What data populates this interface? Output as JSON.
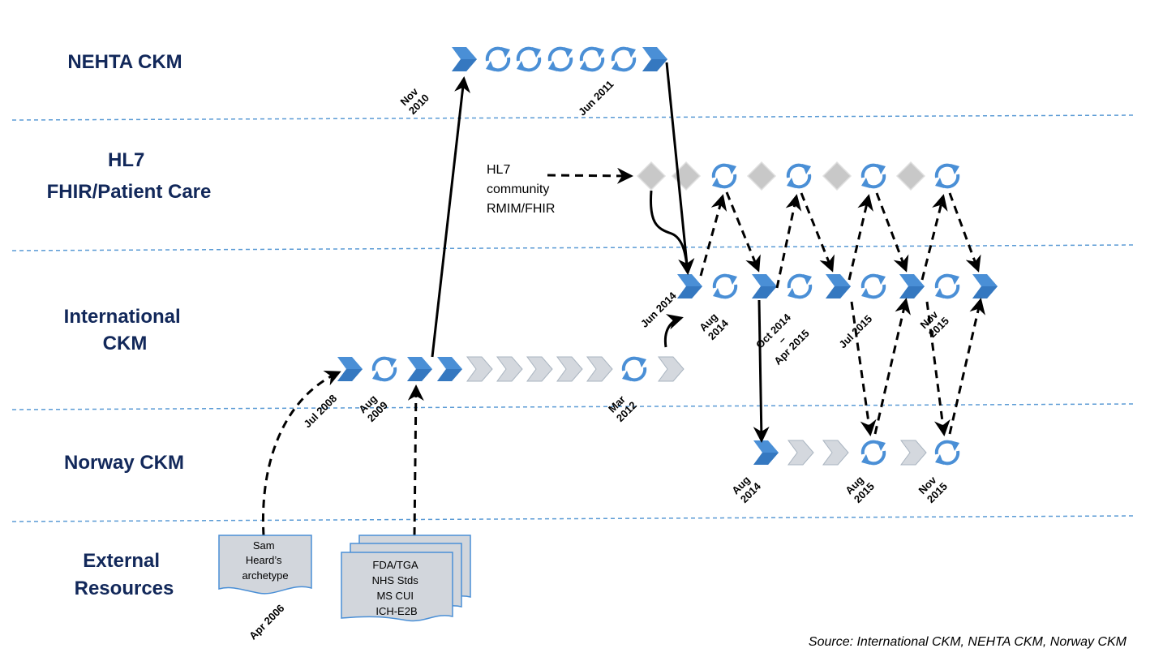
{
  "lanes": [
    {
      "id": "nehta",
      "lines": [
        "NEHTA CKM"
      ]
    },
    {
      "id": "hl7",
      "lines": [
        "HL7",
        "FHIR/Patient Care"
      ]
    },
    {
      "id": "intl",
      "lines": [
        "International",
        "CKM"
      ]
    },
    {
      "id": "norway",
      "lines": [
        "Norway CKM"
      ]
    },
    {
      "id": "external",
      "lines": [
        "External",
        "Resources"
      ]
    }
  ],
  "dates": {
    "nov2010": [
      "Nov",
      "2010"
    ],
    "jun2011": [
      "Jun 2011"
    ],
    "jun2014": [
      "Jun 2014"
    ],
    "aug2014_intl": [
      "Aug",
      "2014"
    ],
    "oct2014": [
      "Oct 2014",
      "–",
      "Apr 2015"
    ],
    "jul2015": [
      "Jul 2015"
    ],
    "nov2015_intl": [
      "Nov",
      "2015"
    ],
    "jul2008": [
      "Jul 2008"
    ],
    "aug2009": [
      "Aug",
      "2009"
    ],
    "mar2012": [
      "Mar",
      "2012"
    ],
    "aug2014_nor": [
      "Aug",
      "2014"
    ],
    "aug2015_nor": [
      "Aug",
      "2015"
    ],
    "nov2015_nor": [
      "Nov",
      "2015"
    ],
    "apr2006": [
      "Apr 2006"
    ]
  },
  "hl7_note": [
    "HL7",
    "community",
    "RMIM/FHIR"
  ],
  "external_docs": {
    "sam": [
      "Sam",
      "Heard’s",
      "archetype"
    ],
    "standards": [
      "FDA/TGA",
      "NHS Stds",
      "MS CUI",
      "ICH-E2B"
    ]
  },
  "source": "Source: International CKM, NEHTA CKM, Norway CKM",
  "colors": {
    "lane_label": "#12285a",
    "divider": "#5b9bd5",
    "blue_chevron": "#4a8fd6",
    "grey_chevron": "#c8ccd2",
    "diamond": "#c8c8c8",
    "cycle": "#4a8fd6"
  },
  "icons": {
    "release": "chevron-blue-icon",
    "draft": "chevron-grey-icon",
    "revision": "cycle-arrows-icon",
    "hl7_milestone": "diamond-icon"
  }
}
